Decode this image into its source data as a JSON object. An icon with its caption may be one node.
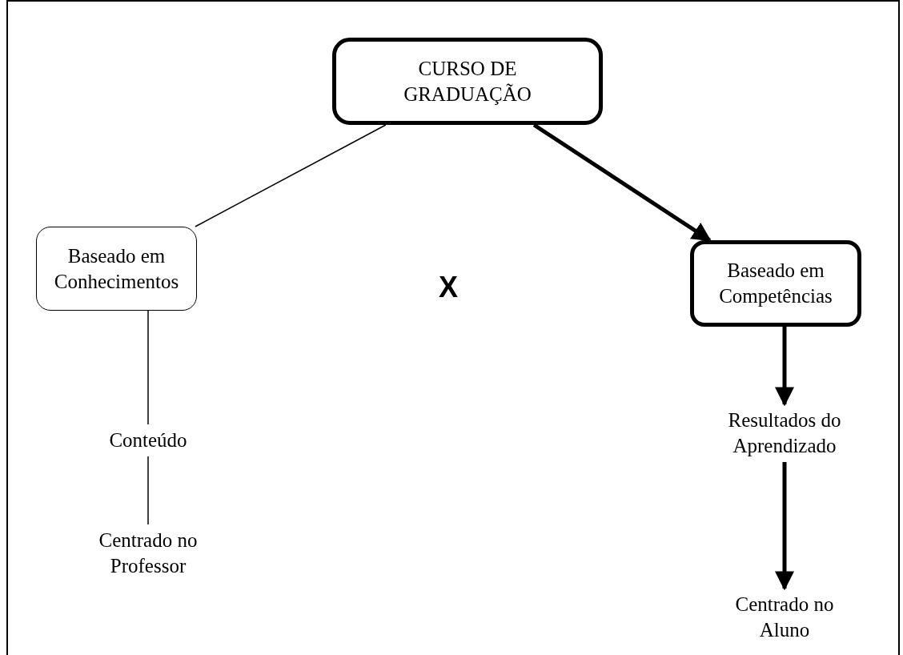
{
  "diagram": {
    "nodes": [
      {
        "text": [
          "CURSO DE GRADUAÇÃO"
        ]
      },
      {
        "text": [
          "Baseado em Conhecimentos"
        ]
      },
      {
        "text": [
          "Baseado em Competências"
        ]
      },
      {
        "text": [
          "Conteúdo"
        ]
      },
      {
        "text": [
          "Centrado no Professor"
        ]
      },
      {
        "text": [
          "Resultados do Aprendizado"
        ]
      },
      {
        "text": [
          "Centrado no Aluno"
        ]
      }
    ],
    "edges": [
      {
        "from": 0,
        "to": 1,
        "arrow": "none"
      },
      {
        "from": 0,
        "to": 2,
        "arrow": "to",
        "style": "thick"
      },
      {
        "from": 1,
        "to": 3,
        "arrow": "none"
      },
      {
        "from": 3,
        "to": 4,
        "arrow": "none"
      },
      {
        "from": 2,
        "to": 5,
        "arrow": "to",
        "style": "thick"
      },
      {
        "from": 5,
        "to": 6,
        "arrow": "to",
        "style": "thick"
      }
    ],
    "labels": [
      "X"
    ]
  }
}
